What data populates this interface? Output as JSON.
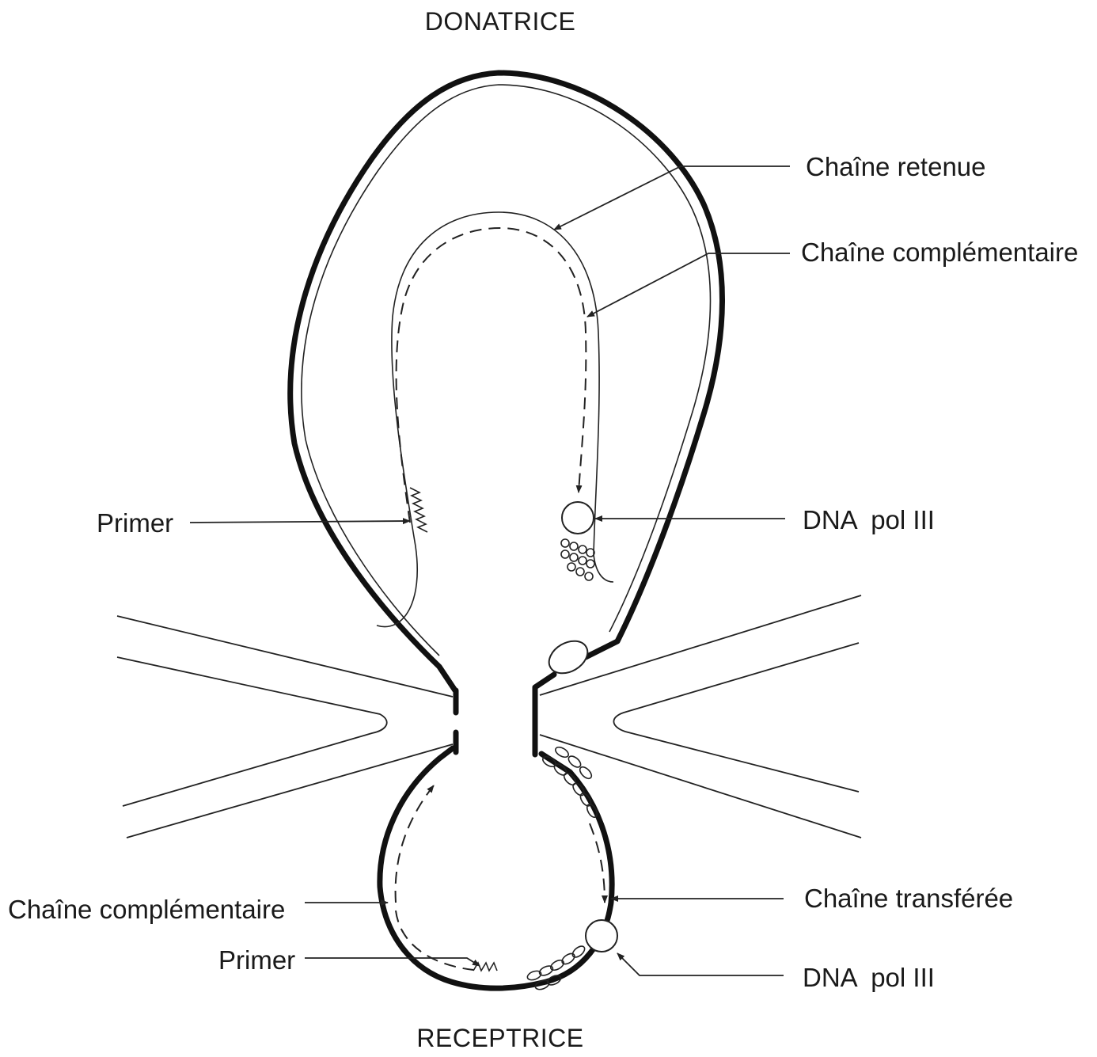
{
  "titles": {
    "donor": "DONATRICE",
    "recipient": "RECEPTRICE"
  },
  "labels": {
    "retained_strand": "Chaîne retenue",
    "complementary_strand_top": "Chaîne complémentaire",
    "primer_top": "Primer",
    "dna_pol_top": "DNA  pol III",
    "complementary_strand_bottom": "Chaîne complémentaire",
    "transferred_strand": "Chaîne transférée",
    "primer_bottom": "Primer",
    "dna_pol_bottom": "DNA  pol III"
  },
  "colors": {
    "ink": "#111111",
    "background": "#ffffff"
  }
}
